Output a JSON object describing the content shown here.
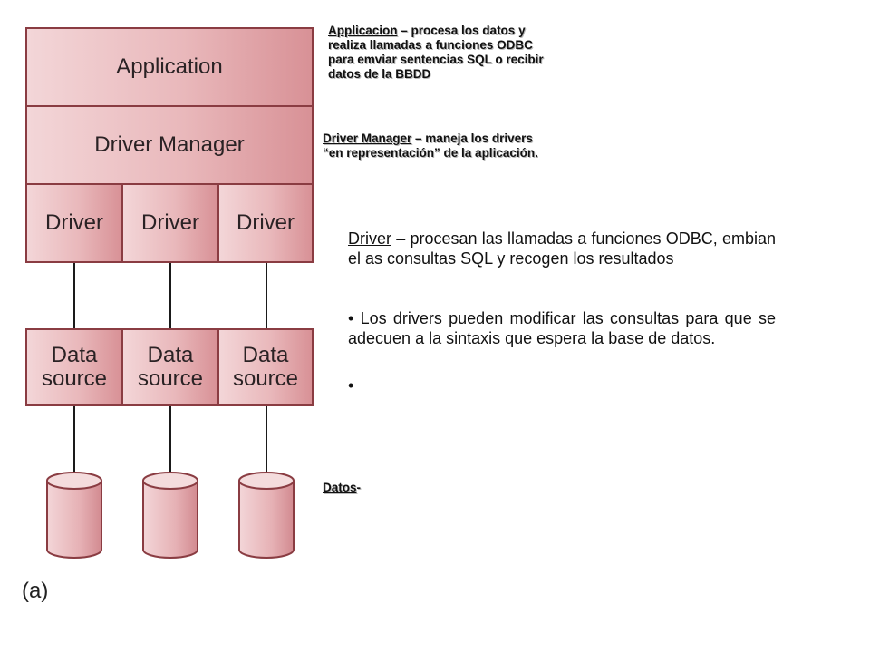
{
  "diagram": {
    "layers": {
      "application": "Application",
      "driver_manager": "Driver Manager",
      "drivers": [
        "Driver",
        "Driver",
        "Driver"
      ],
      "data_sources": [
        "Data source",
        "Data source",
        "Data source"
      ]
    },
    "caption": "(a)"
  },
  "notes": {
    "application": {
      "term": "Applicacion",
      "text": " – procesa los datos y realiza llamadas a funciones ODBC para emviar sentencias SQL o recibir datos de la BBDD"
    },
    "driver_manager": {
      "term": "Driver Manager",
      "text": " – maneja los drivers “en representación” de la aplicación."
    },
    "datos": {
      "term": "Datos",
      "text": "-"
    }
  },
  "driver_text": {
    "term": "Driver",
    "text": " – procesan las llamadas a funciones ODBC, embian el as consultas SQL y recogen los resultados",
    "bullets": [
      "Los drivers pueden modificar las consultas para que se adecuen a la sintaxis que espera la base de datos.",
      ""
    ]
  },
  "colors": {
    "box_border": "#8a3c42",
    "box_fill_light": "#f3d6d8",
    "box_fill_dark": "#d89196"
  }
}
